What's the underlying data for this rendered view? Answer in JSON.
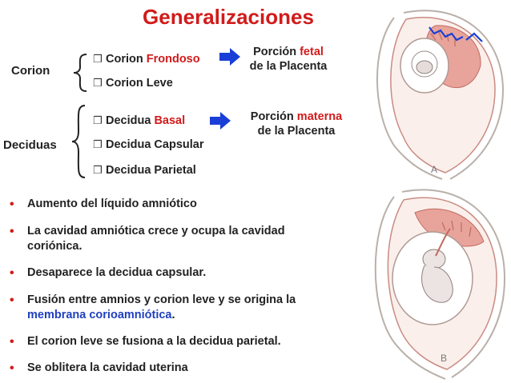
{
  "title": "Generalizaciones",
  "corion": {
    "label": "Corion",
    "items": [
      {
        "prefix": "Corion ",
        "highlight": "Frondoso"
      },
      {
        "prefix": "Corion Leve",
        "highlight": ""
      }
    ],
    "portion_line1_prefix": "Porción ",
    "portion_line1_highlight": "fetal",
    "portion_line2": "de la Placenta"
  },
  "deciduas": {
    "label": "Deciduas",
    "items": [
      {
        "prefix": "Decidua ",
        "highlight": "Basal"
      },
      {
        "prefix": "Decidua Capsular",
        "highlight": ""
      },
      {
        "prefix": "Decidua Parietal",
        "highlight": ""
      }
    ],
    "portion_line1_prefix": "Porción ",
    "portion_line1_highlight": "materna",
    "portion_line2": "de la Placenta"
  },
  "bullets": [
    {
      "text": "Aumento del líquido amniótico"
    },
    {
      "text": "La cavidad amniótica crece y ocupa la cavidad",
      "text2": "coriónica."
    },
    {
      "text": "Desaparece la decidua capsular."
    },
    {
      "text": "Fusión entre amnios y corion leve y se origina la",
      "text2_highlight": "membrana corioamniótica",
      "text2_suffix": "."
    },
    {
      "text": "El corion leve se fusiona a la decidua parietal."
    },
    {
      "text": "Se oblitera la cavidad uterina"
    }
  ],
  "figure_labels": {
    "a": "A",
    "b": "B"
  },
  "colors": {
    "title": "#d11b1b",
    "accent_red": "#d11b1b",
    "accent_blue": "#1f3fbf",
    "arrow": "#1a3fd6",
    "tissue": "#e8a49a"
  }
}
